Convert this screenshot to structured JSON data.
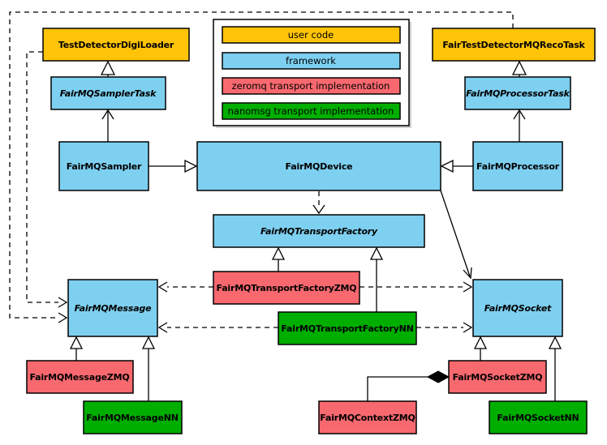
{
  "colors": {
    "user_code": "#FFC408",
    "framework": "#7ED0F1",
    "zeromq": "#F8696F",
    "nanomsg": "#00AE00",
    "line": "#000000",
    "background": "#FFFFFF"
  },
  "legend": {
    "items": [
      {
        "label": "user code",
        "color": "#FFC408"
      },
      {
        "label": "framework",
        "color": "#7ED0F1"
      },
      {
        "label": "zeromq transport implementation",
        "color": "#F8696F"
      },
      {
        "label": "nanomsg transport implementation",
        "color": "#00AE00"
      }
    ]
  },
  "nodes": {
    "testDetectorDigiLoader": {
      "label": "TestDetectorDigiLoader",
      "category": "user code",
      "abstract": false
    },
    "fairTestDetectorMQRecoTask": {
      "label": "FairTestDetectorMQRecoTask",
      "category": "user code",
      "abstract": false
    },
    "fairMQSamplerTask": {
      "label": "FairMQSamplerTask",
      "category": "framework",
      "abstract": true
    },
    "fairMQProcessorTask": {
      "label": "FairMQProcessorTask",
      "category": "framework",
      "abstract": true
    },
    "fairMQSampler": {
      "label": "FairMQSampler",
      "category": "framework",
      "abstract": false
    },
    "fairMQDevice": {
      "label": "FairMQDevice",
      "category": "framework",
      "abstract": false
    },
    "fairMQProcessor": {
      "label": "FairMQProcessor",
      "category": "framework",
      "abstract": false
    },
    "fairMQTransportFactory": {
      "label": "FairMQTransportFactory",
      "category": "framework",
      "abstract": true
    },
    "fairMQTransportFactoryZMQ": {
      "label": "FairMQTransportFactoryZMQ",
      "category": "zeromq",
      "abstract": false
    },
    "fairMQTransportFactoryNN": {
      "label": "FairMQTransportFactoryNN",
      "category": "nanomsg",
      "abstract": false
    },
    "fairMQMessage": {
      "label": "FairMQMessage",
      "category": "framework",
      "abstract": true
    },
    "fairMQSocket": {
      "label": "FairMQSocket",
      "category": "framework",
      "abstract": true
    },
    "fairMQMessageZMQ": {
      "label": "FairMQMessageZMQ",
      "category": "zeromq",
      "abstract": false
    },
    "fairMQMessageNN": {
      "label": "FairMQMessageNN",
      "category": "nanomsg",
      "abstract": false
    },
    "fairMQSocketZMQ": {
      "label": "FairMQSocketZMQ",
      "category": "zeromq",
      "abstract": false
    },
    "fairMQContextZMQ": {
      "label": "FairMQContextZMQ",
      "category": "zeromq",
      "abstract": false
    },
    "fairMQSocketNN": {
      "label": "FairMQSocketNN",
      "category": "nanomsg",
      "abstract": false
    }
  },
  "edges": [
    {
      "from": "FairMQSamplerTask",
      "to": "TestDetectorDigiLoader",
      "type": "solid-hollow-triangle"
    },
    {
      "from": "FairMQSampler",
      "to": "FairMQSamplerTask",
      "type": "solid-open-arrow"
    },
    {
      "from": "FairMQSampler",
      "to": "FairMQDevice",
      "type": "solid-hollow-triangle"
    },
    {
      "from": "FairMQProcessorTask",
      "to": "FairTestDetectorMQRecoTask",
      "type": "solid-hollow-triangle"
    },
    {
      "from": "FairMQProcessor",
      "to": "FairMQProcessorTask",
      "type": "solid-open-arrow"
    },
    {
      "from": "FairMQProcessor",
      "to": "FairMQDevice",
      "type": "solid-hollow-triangle"
    },
    {
      "from": "FairMQDevice",
      "to": "FairMQTransportFactory",
      "type": "dashed-open-arrow"
    },
    {
      "from": "FairMQDevice",
      "to": "FairMQSocket",
      "type": "solid-open-arrow"
    },
    {
      "from": "FairMQTransportFactoryZMQ",
      "to": "FairMQTransportFactory",
      "type": "solid-hollow-triangle"
    },
    {
      "from": "FairMQTransportFactoryNN",
      "to": "FairMQTransportFactory",
      "type": "solid-hollow-triangle"
    },
    {
      "from": "FairMQTransportFactoryZMQ",
      "to": "FairMQMessage",
      "type": "dashed-open-arrow"
    },
    {
      "from": "FairMQTransportFactoryZMQ",
      "to": "FairMQSocket",
      "type": "dashed-open-arrow"
    },
    {
      "from": "FairMQTransportFactoryNN",
      "to": "FairMQMessage",
      "type": "dashed-open-arrow"
    },
    {
      "from": "FairMQTransportFactoryNN",
      "to": "FairMQSocket",
      "type": "dashed-open-arrow"
    },
    {
      "from": "TestDetectorDigiLoader",
      "to": "FairMQMessage",
      "type": "dashed-open-arrow"
    },
    {
      "from": "FairTestDetectorMQRecoTask",
      "to": "FairMQMessage",
      "type": "dashed-open-arrow"
    },
    {
      "from": "FairMQMessageZMQ",
      "to": "FairMQMessage",
      "type": "solid-hollow-triangle"
    },
    {
      "from": "FairMQMessageNN",
      "to": "FairMQMessage",
      "type": "solid-hollow-triangle"
    },
    {
      "from": "FairMQSocketZMQ",
      "to": "FairMQSocket",
      "type": "solid-hollow-triangle"
    },
    {
      "from": "FairMQSocketNN",
      "to": "FairMQSocket",
      "type": "solid-hollow-triangle"
    },
    {
      "from": "FairMQContextZMQ",
      "to": "FairMQSocketZMQ",
      "type": "composition-filled-diamond"
    }
  ]
}
